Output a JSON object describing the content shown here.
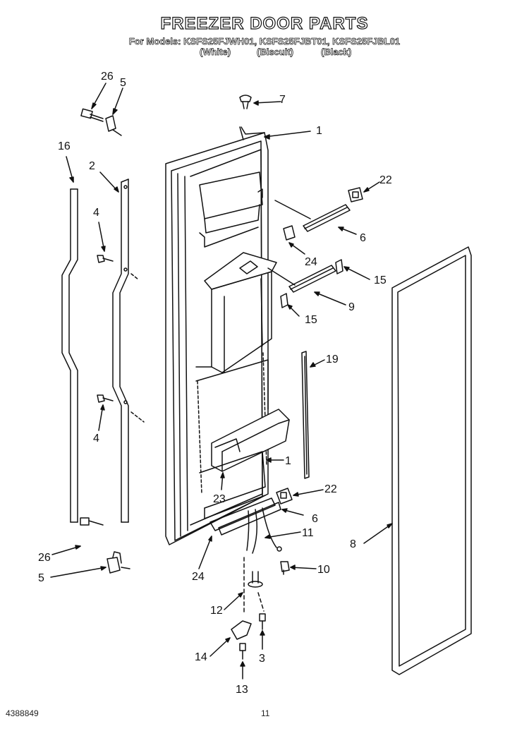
{
  "title": "FREEZER DOOR PARTS",
  "models_line": "For Models: KSFS25FJWH01, KSFS25FJBT01, KSFS25FJBL01",
  "colors": [
    "(White)",
    "(Biscuit)",
    "(Black)"
  ],
  "footer": {
    "doc_number": "4388849",
    "page_number": "11"
  },
  "callouts": [
    "26",
    "5",
    "7",
    "1",
    "16",
    "2",
    "22",
    "4",
    "6",
    "24",
    "15",
    "9",
    "15",
    "19",
    "4",
    "1",
    "22",
    "23",
    "6",
    "11",
    "8",
    "26",
    "10",
    "5",
    "24",
    "12",
    "14",
    "3",
    "13"
  ]
}
